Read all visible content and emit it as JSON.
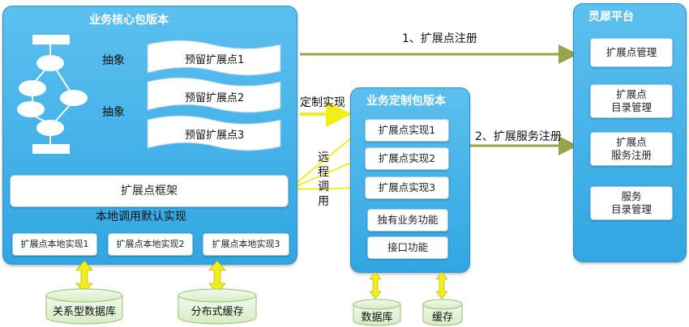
{
  "core": {
    "title": "业务核心包版本",
    "abstract_label_1": "抽象",
    "abstract_label_2": "抽象",
    "flags": [
      "预留扩展点1",
      "预留扩展点2",
      "预留扩展点3"
    ],
    "framework": "扩展点框架",
    "local_call_label": "本地调用默认实现",
    "local_impls": [
      "扩展点本地实现1",
      "扩展点本地实现2",
      "扩展点本地实现3"
    ]
  },
  "custom": {
    "title": "业务定制包版本",
    "impls": [
      "扩展点实现1",
      "扩展点实现2",
      "扩展点实现3"
    ],
    "unique": "独有业务功能",
    "iface": "接口功能"
  },
  "platform": {
    "title": "灵犀平台",
    "items": [
      "扩展点管理",
      "扩展点\n目录管理",
      "扩展点\n服务注册",
      "服务\n目录管理"
    ]
  },
  "arrows": {
    "register": "1、扩展点注册",
    "service_register": "2、扩展服务注册",
    "custom_impl": "定制实现",
    "remote_call": "远程调用"
  },
  "storage": {
    "relational_db": "关系型数据库",
    "distributed_cache": "分布式缓存",
    "db": "数据库",
    "cache": "缓存"
  },
  "colors": {
    "panel": "#3fb1e8",
    "arrow_yellow": "#f2ee1a",
    "arrow_olive": "#9aa34a",
    "cylinder": "#e4f3d8"
  }
}
